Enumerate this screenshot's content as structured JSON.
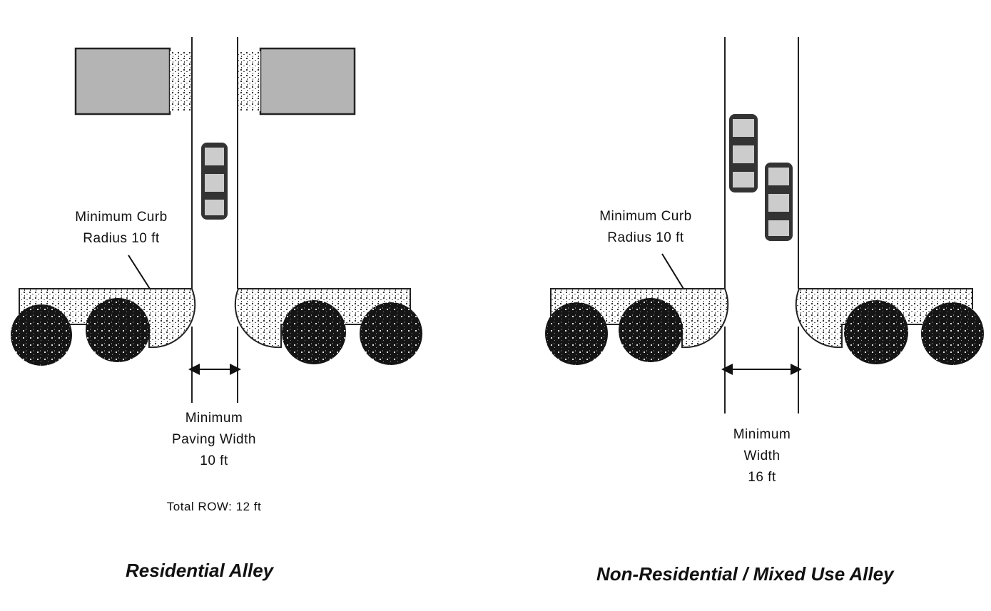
{
  "residential": {
    "curb_label_line1": "Minimum Curb",
    "curb_label_line2": "Radius 10 ft",
    "width_label_line1": "Minimum",
    "width_label_line2": "Paving Width",
    "width_label_line3": "10 ft",
    "row_label": "Total ROW: 12 ft",
    "title": "Residential Alley"
  },
  "nonresidential": {
    "curb_label_line1": "Minimum Curb",
    "curb_label_line2": "Radius 10 ft",
    "width_label_line1": "Minimum",
    "width_label_line2": "Width",
    "width_label_line3": "16 ft",
    "title": "Non-Residential / Mixed Use Alley"
  },
  "colors": {
    "building": "#b4b4b4",
    "tree": "#1a1a1a",
    "line": "#222222"
  }
}
